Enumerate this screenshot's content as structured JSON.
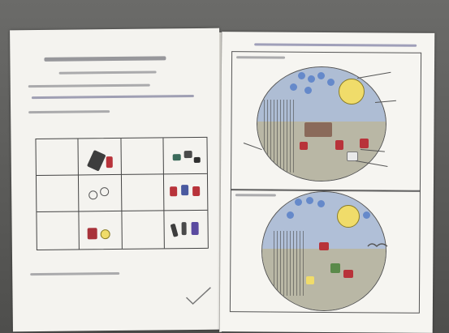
{
  "colors": {
    "paper": "#f4f3ef",
    "ink": "#444444",
    "crayon_blue": "#5d83c9",
    "crayon_yellow": "#f0dc6a",
    "crayon_red": "#b8333a",
    "crayon_green": "#5a8a4a"
  },
  "worksheet_left": {
    "grid": {
      "rows": 3,
      "cols": 4
    }
  },
  "worksheet_right": {
    "drawings": [
      {
        "theme": "night scene with moon, stars and buildings (colored)"
      },
      {
        "theme": "night scene with moon, birds and buildings (colored)"
      }
    ]
  },
  "marks": {
    "check_mark": "pencil check"
  }
}
